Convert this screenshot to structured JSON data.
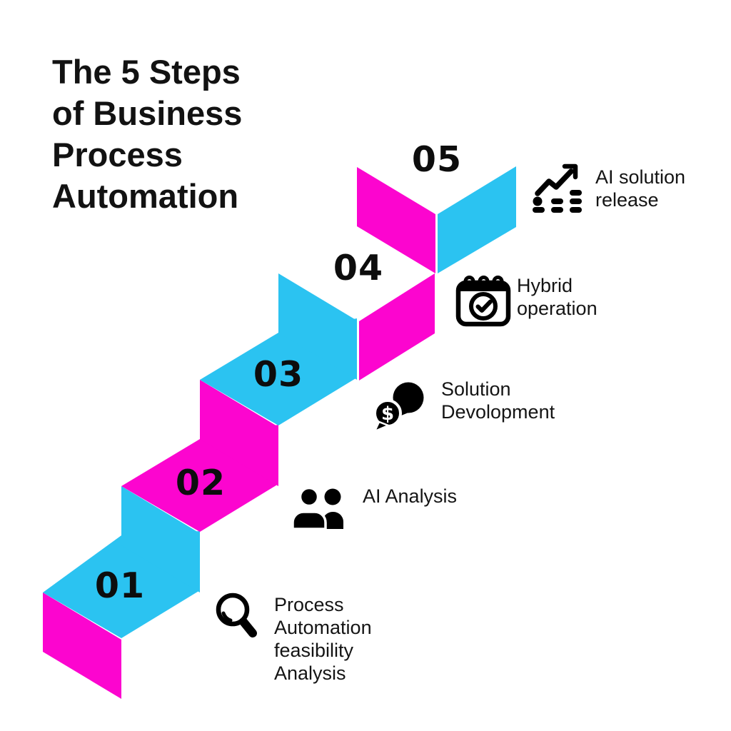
{
  "title": {
    "lines": [
      "The 5 Steps",
      "of Business",
      "Process",
      "Automation"
    ]
  },
  "colors": {
    "magenta": "#FC05CF",
    "cyan": "#2BC3F1",
    "text": "#121212",
    "icon": "#000000"
  },
  "steps": [
    {
      "number": "01",
      "icon": "magnifier-icon",
      "label_lines": [
        "Process",
        "Automation",
        "feasibility",
        "Analysis"
      ]
    },
    {
      "number": "02",
      "icon": "people-icon",
      "label_lines": [
        "AI Analysis"
      ]
    },
    {
      "number": "03",
      "icon": "dollar-chat-icon",
      "label_lines": [
        "Solution",
        "Devolopment"
      ]
    },
    {
      "number": "04",
      "icon": "calendar-check-icon",
      "label_lines": [
        "Hybrid",
        "operation"
      ]
    },
    {
      "number": "05",
      "icon": "growth-chart-icon",
      "label_lines": [
        "AI solution",
        "release"
      ]
    }
  ],
  "dollar_sign": "$"
}
